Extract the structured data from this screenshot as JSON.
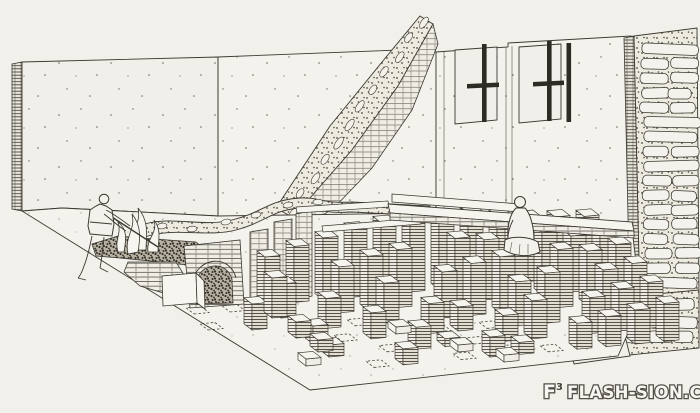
{
  "watermark": {
    "prefix": "F",
    "mark": "3",
    "text": "FLASH-SION.CH"
  },
  "colors": {
    "paper": "#f2f0ea",
    "ink": "#3b3831",
    "dark_shading": "#b7b1a2",
    "watermark_fill": "#f8f7f3",
    "watermark_outline": "#46423b"
  }
}
